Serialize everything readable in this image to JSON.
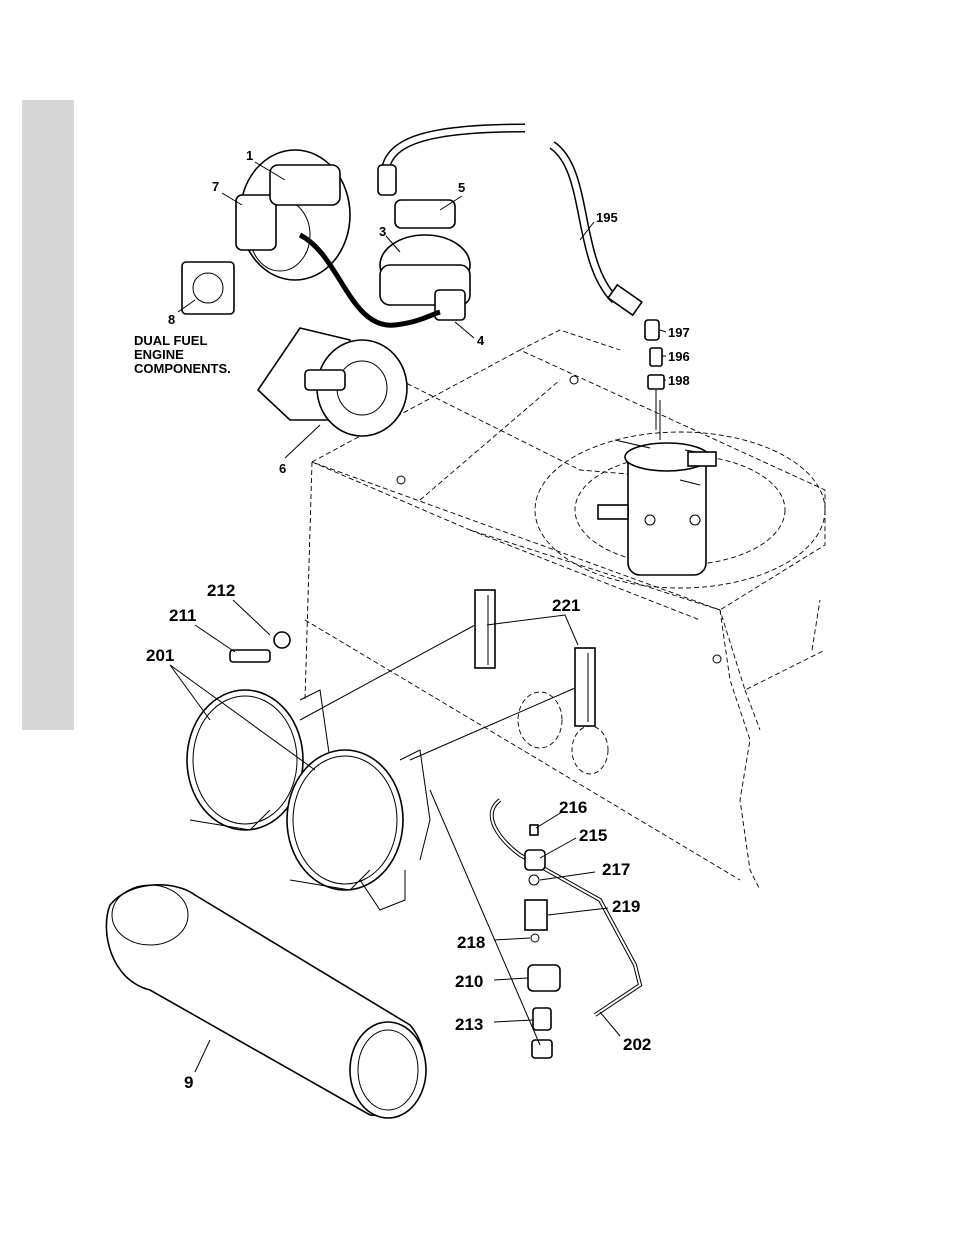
{
  "caption": [
    "DUAL FUEL",
    "ENGINE",
    "COMPONENTS."
  ],
  "callouts": {
    "c1": "1",
    "c7": "7",
    "c5": "5",
    "c3": "3",
    "c8": "8",
    "c4": "4",
    "c6": "6",
    "c195": "195",
    "c197": "197",
    "c196": "196",
    "c198": "198",
    "c212": "212",
    "c211": "211",
    "c201": "201",
    "c221": "221",
    "c216": "216",
    "c215": "215",
    "c217": "217",
    "c219": "219",
    "c218": "218",
    "c210": "210",
    "c213": "213",
    "c202": "202",
    "c9": "9"
  }
}
